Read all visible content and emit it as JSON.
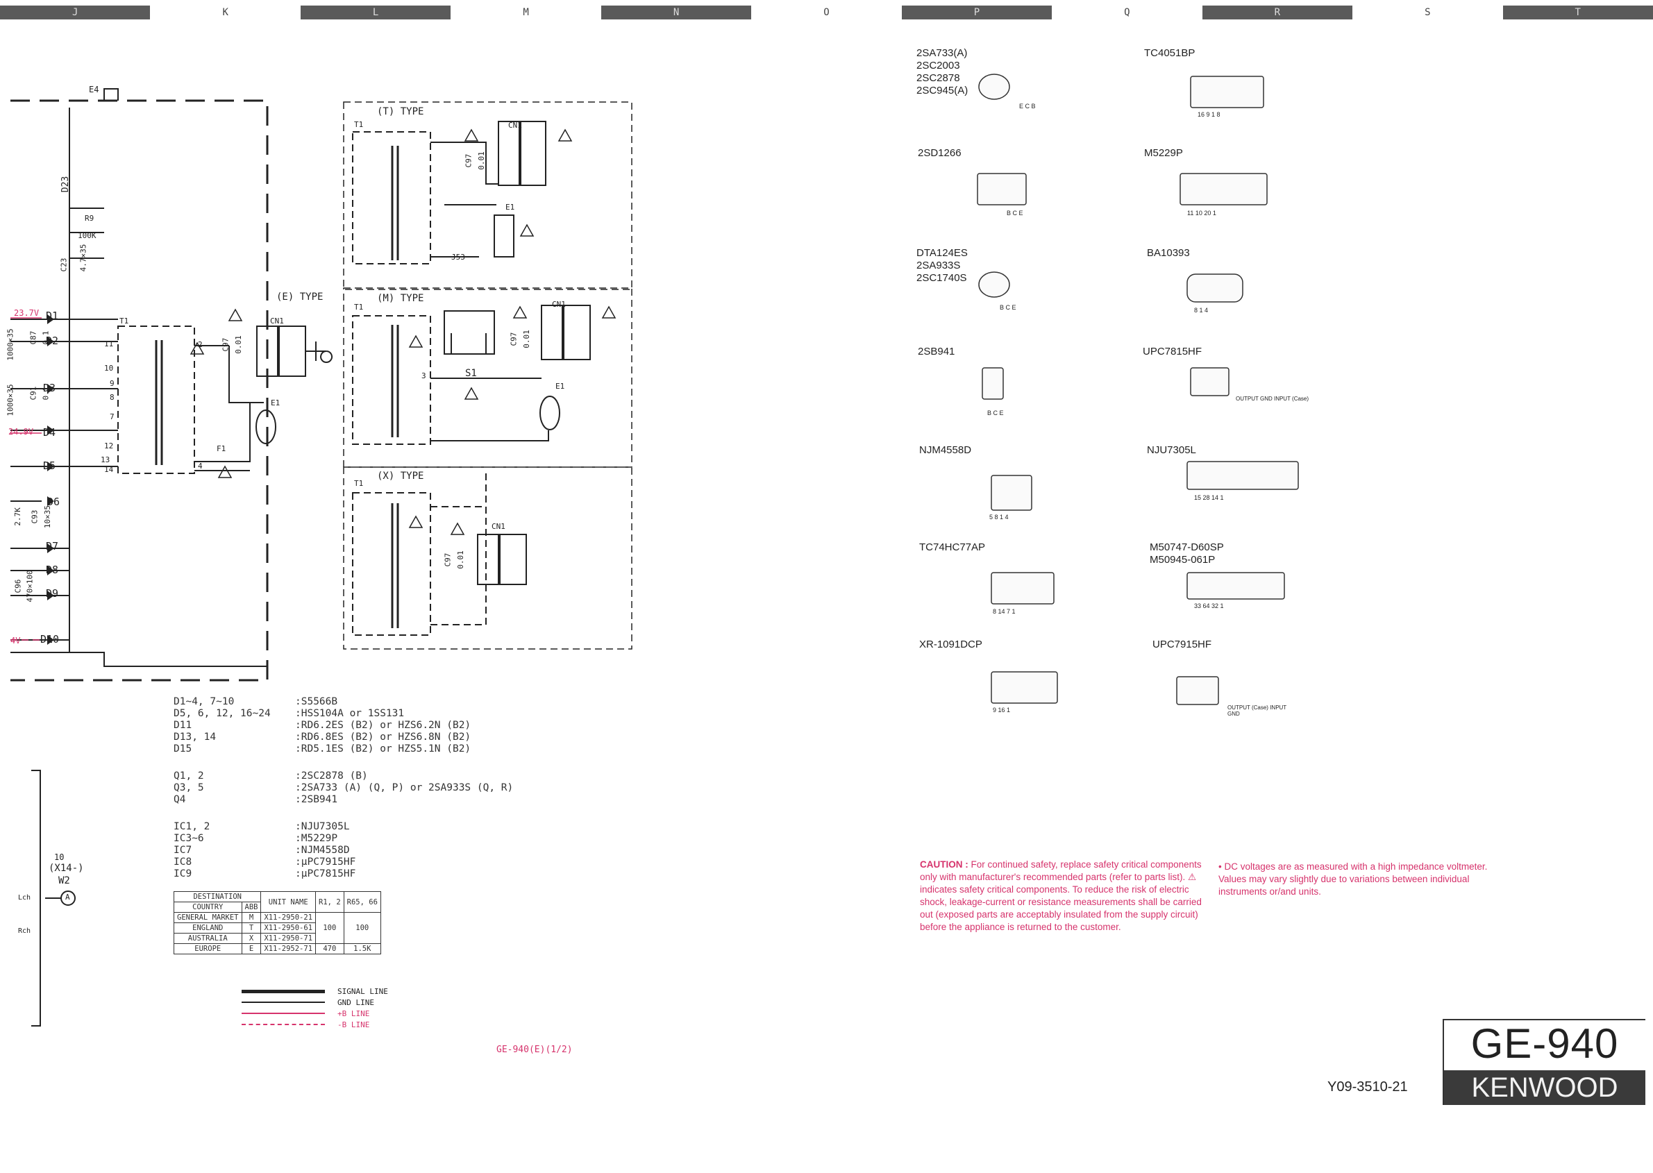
{
  "ruler": [
    "J",
    "K",
    "L",
    "M",
    "N",
    "O",
    "P",
    "Q",
    "R",
    "S",
    "T"
  ],
  "ruler_dark": [
    0,
    2,
    4,
    6,
    8,
    10
  ],
  "schematic": {
    "e4": "E4",
    "d23": "D23",
    "r9": "R9",
    "r9_val": "100K",
    "c23": "C23",
    "c23_val": "4.7×35",
    "v237": "23.7V",
    "v249": "24.9V",
    "v4": "4V",
    "d_labels": [
      "D1",
      "D2",
      "D3",
      "D4",
      "D5",
      "D6",
      "D7",
      "D8",
      "D9",
      "D10"
    ],
    "c87": "C87",
    "c87_val": "0.1",
    "c91": "C91",
    "c91_val": "0.1",
    "c1000_a": "1000×35",
    "c1000_b": "1000×35",
    "c93": "C93",
    "c93_val": "10×35",
    "r27k": "2.7K",
    "c96": "C96",
    "c96_val": "470×100",
    "t1": "T1",
    "cn1": "CN1",
    "c97": "C97",
    "c97_val": "0.01",
    "e1": "E1",
    "f1": "F1",
    "j53": "J53",
    "s1": "S1",
    "e_type": "(E) TYPE",
    "t_type": "(T) TYPE",
    "m_type": "(M) TYPE",
    "x_type": "(X) TYPE",
    "pins_main": [
      "11",
      "10",
      "9",
      "8",
      "7",
      "12",
      "13",
      "14"
    ],
    "pin2": "2",
    "pin4": "4",
    "pin3": "3",
    "conn_10": "10",
    "conn_x14": "(X14-)",
    "conn_w2": "W2",
    "conn_a": "A",
    "lch": "Lch",
    "rch": "Rch"
  },
  "parts_notes": [
    {
      "k": "D1~4, 7~10",
      "v": ":S5566B"
    },
    {
      "k": "D5, 6, 12, 16~24",
      "v": ":HSS104A or 1SS131"
    },
    {
      "k": "D11",
      "v": ":RD6.2ES (B2) or HZS6.2N (B2)"
    },
    {
      "k": "D13, 14",
      "v": ":RD6.8ES (B2) or HZS6.8N (B2)"
    },
    {
      "k": "D15",
      "v": ":RD5.1ES (B2) or HZS5.1N (B2)"
    },
    {
      "k": "",
      "v": ""
    },
    {
      "k": "Q1, 2",
      "v": ":2SC2878 (B)"
    },
    {
      "k": "Q3, 5",
      "v": ":2SA733 (A) (Q, P) or 2SA933S (Q, R)"
    },
    {
      "k": "Q4",
      "v": ":2SB941"
    },
    {
      "k": "",
      "v": ""
    },
    {
      "k": "IC1, 2",
      "v": ":NJU7305L"
    },
    {
      "k": "IC3~6",
      "v": ":M5229P"
    },
    {
      "k": "IC7",
      "v": ":NJM4558D"
    },
    {
      "k": "IC8",
      "v": ":μPC7915HF"
    },
    {
      "k": "IC9",
      "v": ":μPC7815HF"
    }
  ],
  "dest_table": {
    "h_dest": "DESTINATION",
    "h_country": "COUNTRY",
    "h_abb": "ABB",
    "h_unit": "UNIT NAME",
    "h_r12": "R1, 2",
    "h_r65": "R65, 66",
    "rows": [
      {
        "country": "GENERAL MARKET",
        "abb": "M",
        "unit": "X11-2950-21"
      },
      {
        "country": "ENGLAND",
        "abb": "T",
        "unit": "X11-2950-61"
      },
      {
        "country": "AUSTRALIA",
        "abb": "X",
        "unit": "X11-2950-71"
      },
      {
        "country": "EUROPE",
        "abb": "E",
        "unit": "X11-2952-71"
      }
    ],
    "r12_a": "100",
    "r65_a": "100",
    "r12_b": "470",
    "r65_b": "1.5K"
  },
  "legend": {
    "signal": "SIGNAL LINE",
    "gnd": "GND LINE",
    "plus_b": "+B LINE",
    "minus_b": "-B LINE"
  },
  "components": [
    {
      "name": "2SA733(A)\n2SC2003\n2SC2878\n2SC945(A)",
      "pkg": "to92",
      "pins": "E C B"
    },
    {
      "name": "TC4051BP",
      "pkg": "dip16",
      "pins": "16 9 1 8"
    },
    {
      "name": "2SD1266",
      "pkg": "to220",
      "pins": "B C E"
    },
    {
      "name": "M5229P",
      "pkg": "dip20",
      "pins": "11 10 20 1"
    },
    {
      "name": "DTA124ES\n2SA933S\n2SC1740S",
      "pkg": "to92",
      "pins": "B C E"
    },
    {
      "name": "BA10393",
      "pkg": "sip8",
      "pins": "8 1 4"
    },
    {
      "name": "2SB941",
      "pkg": "to220v",
      "pins": "B C E"
    },
    {
      "name": "UPC7815HF",
      "pkg": "reg",
      "pins": "OUTPUT GND INPUT (Case)"
    },
    {
      "name": "NJM4558D",
      "pkg": "dip8",
      "pins": "5 8 1 4"
    },
    {
      "name": "NJU7305L",
      "pkg": "sdip",
      "pins": "15 28 14 1"
    },
    {
      "name": "TC74HC77AP",
      "pkg": "dip14",
      "pins": "8 14 7 1"
    },
    {
      "name": "M50747-D60SP\nM50945-061P",
      "pkg": "sdip64",
      "pins": "33 64 32 1"
    },
    {
      "name": "XR-1091DCP",
      "pkg": "dip16b",
      "pins": "9 16 1"
    },
    {
      "name": "UPC7915HF",
      "pkg": "reg2",
      "pins": "OUTPUT (Case) INPUT GND"
    }
  ],
  "caution": {
    "title": "CAUTION :",
    "text": "For continued safety, replace safety critical components only with manufacturer's recommended parts (refer to parts list). ⚠ indicates safety critical components. To reduce the risk of electric shock, leakage-current or resistance measurements shall be carried out (exposed parts are acceptably insulated from the supply circuit) before the appliance is returned to the customer."
  },
  "dc_note": "• DC voltages are as measured with a high impedance voltmeter. Values may vary slightly due to variations between individual instruments or/and units.",
  "sheet_code": "GE-940(E)(1/2)",
  "doc_number": "Y09-3510-21",
  "model": "GE-940",
  "brand": "KENWOOD",
  "colors": {
    "accent_red": "#d6336c",
    "ink": "#222222",
    "brand_bg": "#3a3a3a"
  }
}
